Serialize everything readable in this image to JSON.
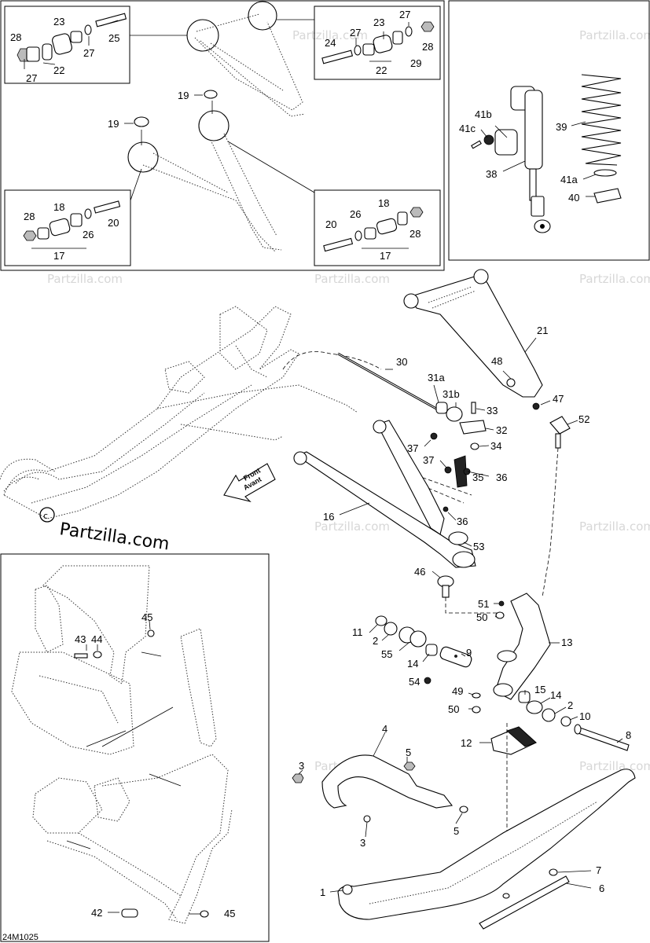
{
  "diagram": {
    "figure_code": "24M1025",
    "direction_label": [
      "Front",
      "Avant"
    ],
    "watermark_brand": "Partzilla.com",
    "callouts": {
      "c23a": "23",
      "c28a": "28",
      "c25": "25",
      "c27a": "27",
      "c27b": "27",
      "c22a": "22",
      "c27c": "27",
      "c23b": "23",
      "c27d": "27",
      "c24": "24",
      "c28b": "28",
      "c29": "29",
      "c22b": "22",
      "c19a": "19",
      "c19b": "19",
      "c18a": "18",
      "c28c": "28",
      "c26a": "26",
      "c20a": "20",
      "c17a": "17",
      "c18b": "18",
      "c26b": "26",
      "c20b": "20",
      "c28d": "28",
      "c17b": "17",
      "c41b": "41b",
      "c41c": "41c",
      "c38": "38",
      "c39": "39",
      "c41a": "41a",
      "c40": "40",
      "c21": "21",
      "c30": "30",
      "c31a": "31a",
      "c48": "48",
      "c47": "47",
      "c31b": "31b",
      "c33": "33",
      "c52": "52",
      "c32": "32",
      "c37a": "37",
      "c34": "34",
      "c37b": "37",
      "c35": "35",
      "c36a": "36",
      "c16": "16",
      "c36b": "36",
      "c53": "53",
      "c46": "46",
      "c51": "51",
      "c50a": "50",
      "c11": "11",
      "c2a": "2",
      "c55": "55",
      "c13": "13",
      "c9": "9",
      "c14a": "14",
      "c54": "54",
      "c49": "49",
      "c50b": "50",
      "c15": "15",
      "c14b": "14",
      "c2b": "2",
      "c10": "10",
      "c12": "12",
      "c8": "8",
      "c4": "4",
      "c3a": "3",
      "c5a": "5",
      "c5b": "5",
      "c3b": "3",
      "c45a": "45",
      "c43": "43",
      "c44": "44",
      "c42": "42",
      "c45b": "45",
      "c7": "7",
      "c6": "6",
      "c1": "1"
    }
  }
}
